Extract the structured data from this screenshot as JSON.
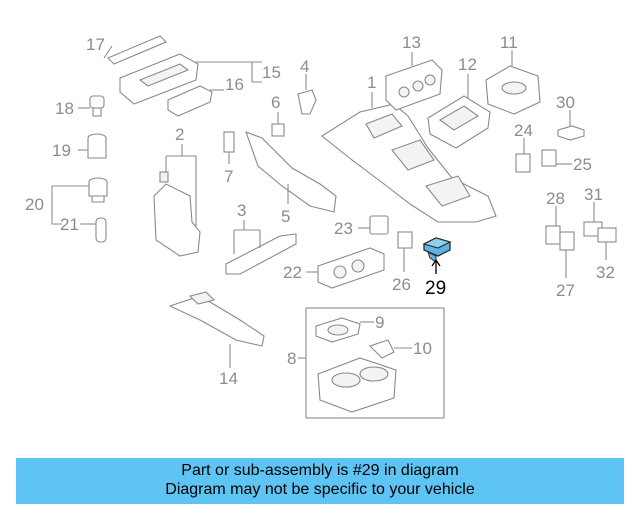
{
  "diagram": {
    "callouts": [
      {
        "id": "1",
        "text": "1"
      },
      {
        "id": "2",
        "text": "2"
      },
      {
        "id": "3",
        "text": "3"
      },
      {
        "id": "4",
        "text": "4"
      },
      {
        "id": "5",
        "text": "5"
      },
      {
        "id": "6",
        "text": "6"
      },
      {
        "id": "7",
        "text": "7"
      },
      {
        "id": "8",
        "text": "8"
      },
      {
        "id": "9",
        "text": "9"
      },
      {
        "id": "10",
        "text": "10"
      },
      {
        "id": "11",
        "text": "11"
      },
      {
        "id": "12",
        "text": "12"
      },
      {
        "id": "13",
        "text": "13"
      },
      {
        "id": "14",
        "text": "14"
      },
      {
        "id": "15",
        "text": "15"
      },
      {
        "id": "16",
        "text": "16"
      },
      {
        "id": "17",
        "text": "17"
      },
      {
        "id": "18",
        "text": "18"
      },
      {
        "id": "19",
        "text": "19"
      },
      {
        "id": "20",
        "text": "20"
      },
      {
        "id": "21",
        "text": "21"
      },
      {
        "id": "22",
        "text": "22"
      },
      {
        "id": "23",
        "text": "23"
      },
      {
        "id": "24",
        "text": "24"
      },
      {
        "id": "25",
        "text": "25"
      },
      {
        "id": "26",
        "text": "26"
      },
      {
        "id": "27",
        "text": "27"
      },
      {
        "id": "28",
        "text": "28"
      },
      {
        "id": "29",
        "text": "29"
      },
      {
        "id": "30",
        "text": "30"
      },
      {
        "id": "31",
        "text": "31"
      },
      {
        "id": "32",
        "text": "32"
      }
    ],
    "highlighted_part": "29",
    "highlight_color": "#5ab4e6"
  },
  "banner": {
    "line1": "Part or sub-assembly is #29 in diagram",
    "line2": "Diagram may not be specific to your vehicle",
    "background": "#5ec4f4"
  }
}
